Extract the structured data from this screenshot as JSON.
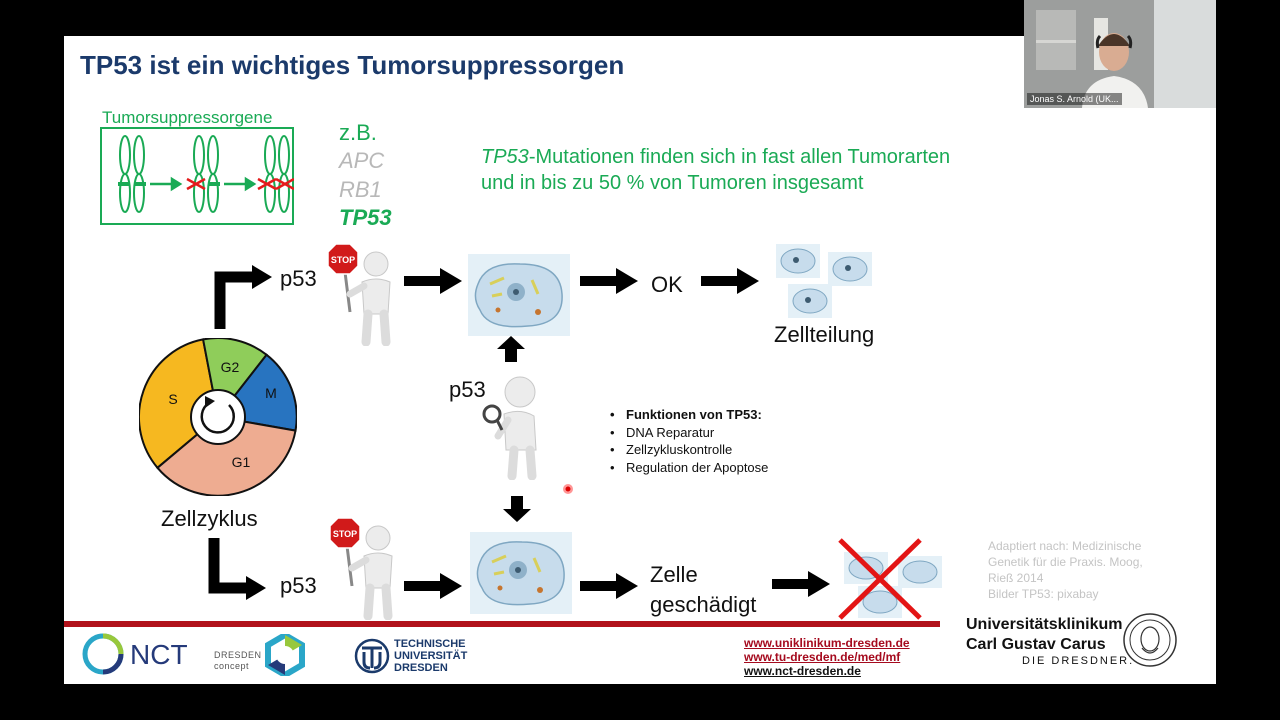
{
  "slide": {
    "title": "TP53 ist ein wichtiges Tumorsuppressorgen",
    "tumor_suppressor_label": "Tumorsuppressorgene",
    "examples": {
      "zb": "z.B.",
      "apc": "APC",
      "rb1": "RB1",
      "tp53": "TP53"
    },
    "mutation_text": {
      "gene": "TP53",
      "line1_rest": "-Mutationen finden sich in fast allen Tumorarten",
      "line2": "und in bis zu 50 % von Tumoren insgesamt"
    },
    "p53_label": "p53",
    "stop_sign": "STOP",
    "ok_label": "OK",
    "zellteilung_label": "Zellteilung",
    "zellzyklus_label": "Zellzyklus",
    "cell_cycle_phases": {
      "g2": "G2",
      "m": "M",
      "s": "S",
      "g1": "G1"
    },
    "zelle_label_line1": "Zelle",
    "zelle_label_line2": "geschädigt",
    "functions": {
      "heading": "Funktionen von TP53:",
      "items": [
        "DNA Reparatur",
        "Zellzykluskontrolle",
        "Regulation der Apoptose"
      ]
    },
    "credit": {
      "line1": "Adaptiert nach: Medizinische",
      "line2": "Genetik für die Praxis. Moog,",
      "line3": "Rieß 2014",
      "line4": "Bilder TP53: pixabay"
    }
  },
  "footer": {
    "nct_logo_text": "NCT",
    "dresden_concept_line1": "DRESDEN",
    "dresden_concept_line2": "concept",
    "tud_line1": "TECHNISCHE",
    "tud_line2": "UNIVERSITÄT",
    "tud_line3": "DRESDEN",
    "links": [
      "www.uniklinikum-dresden.de",
      "www.tu-dresden.de/med/mf",
      "www.nct-dresden.de"
    ],
    "ukd_line1": "Universitätsklinikum",
    "ukd_line2": "Carl Gustav Carus",
    "ukd_line3": "DIE DRESDNER."
  },
  "webcam": {
    "participant_name": "Jonas S. Arnold (UK..."
  },
  "colors": {
    "title": "#1b3a6b",
    "green": "#1aaa55",
    "red_line": "#b1121b",
    "phase_s": "#f6b820",
    "phase_g2": "#8fcd5a",
    "phase_m": "#2874c0",
    "phase_g1": "#eeac91"
  }
}
